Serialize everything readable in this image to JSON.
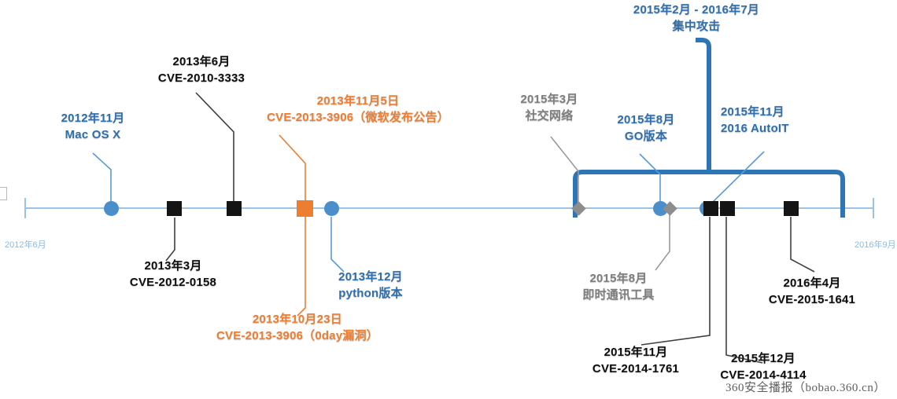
{
  "diagram": {
    "type": "timeline",
    "title": "",
    "axis": {
      "start_label": "2012年6月",
      "end_label": "2016年9月",
      "color": "#9cc3e5"
    },
    "colors": {
      "blue": "#2f6fad",
      "marker_blue": "#4a8fcc",
      "black": "#141414",
      "orange": "#ec7d31",
      "gray": "#8d8d8d",
      "axis": "#9cc3e5",
      "bracket": "#2e75b6"
    },
    "bracket": {
      "label_line1": "2015年2月 - 2016年7月",
      "label_line2": "集中攻击"
    },
    "events": [
      {
        "id": "mac-os-x",
        "line1": "2012年11月",
        "line2": "Mac OS X",
        "color": "blue",
        "marker": "circle",
        "position": "above"
      },
      {
        "id": "cve-2010-3333",
        "line1": "2013年6月",
        "line2": "CVE-2010-3333",
        "color": "black",
        "marker": "square",
        "position": "above"
      },
      {
        "id": "cve-2012-0158",
        "line1": "2013年3月",
        "line2": "CVE-2012-0158",
        "color": "black",
        "marker": "square",
        "position": "below"
      },
      {
        "id": "cve-2013-3906-ms",
        "line1": "2013年11月5日",
        "line2": "CVE-2013-3906（微软发布公告）",
        "color": "orange",
        "marker": "square-orange",
        "position": "above"
      },
      {
        "id": "cve-2013-3906-0day",
        "line1": "2013年10月23日",
        "line2": "CVE-2013-3906（0day漏洞）",
        "color": "orange",
        "marker": "square-orange",
        "position": "below"
      },
      {
        "id": "python-version",
        "line1": "2013年12月",
        "line2": "python版本",
        "color": "blue",
        "marker": "circle",
        "position": "below"
      },
      {
        "id": "social-network",
        "line1": "2015年3月",
        "line2": "社交网络",
        "color": "gray",
        "marker": "diamond",
        "position": "above"
      },
      {
        "id": "im-tool",
        "line1": "2015年8月",
        "line2": "即时通讯工具",
        "color": "gray",
        "marker": "diamond",
        "position": "below"
      },
      {
        "id": "go-version",
        "line1": "2015年8月",
        "line2": "GO版本",
        "color": "blue",
        "marker": "circle",
        "position": "above"
      },
      {
        "id": "autoit",
        "line1": "2015年11月",
        "line2": "2016 AutoIT",
        "color": "blue",
        "marker": "circle",
        "position": "above"
      },
      {
        "id": "cve-2014-1761",
        "line1": "2015年11月",
        "line2": "CVE-2014-1761",
        "color": "black",
        "marker": "square",
        "position": "below"
      },
      {
        "id": "cve-2014-4114",
        "line1": "2015年12月",
        "line2": "CVE-2014-4114",
        "color": "black",
        "marker": "square",
        "position": "below"
      },
      {
        "id": "cve-2015-1641",
        "line1": "2016年4月",
        "line2": "CVE-2015-1641",
        "color": "black",
        "marker": "square",
        "position": "below"
      }
    ]
  },
  "watermark": {
    "text": "360安全播报（bobao.360.cn）"
  }
}
